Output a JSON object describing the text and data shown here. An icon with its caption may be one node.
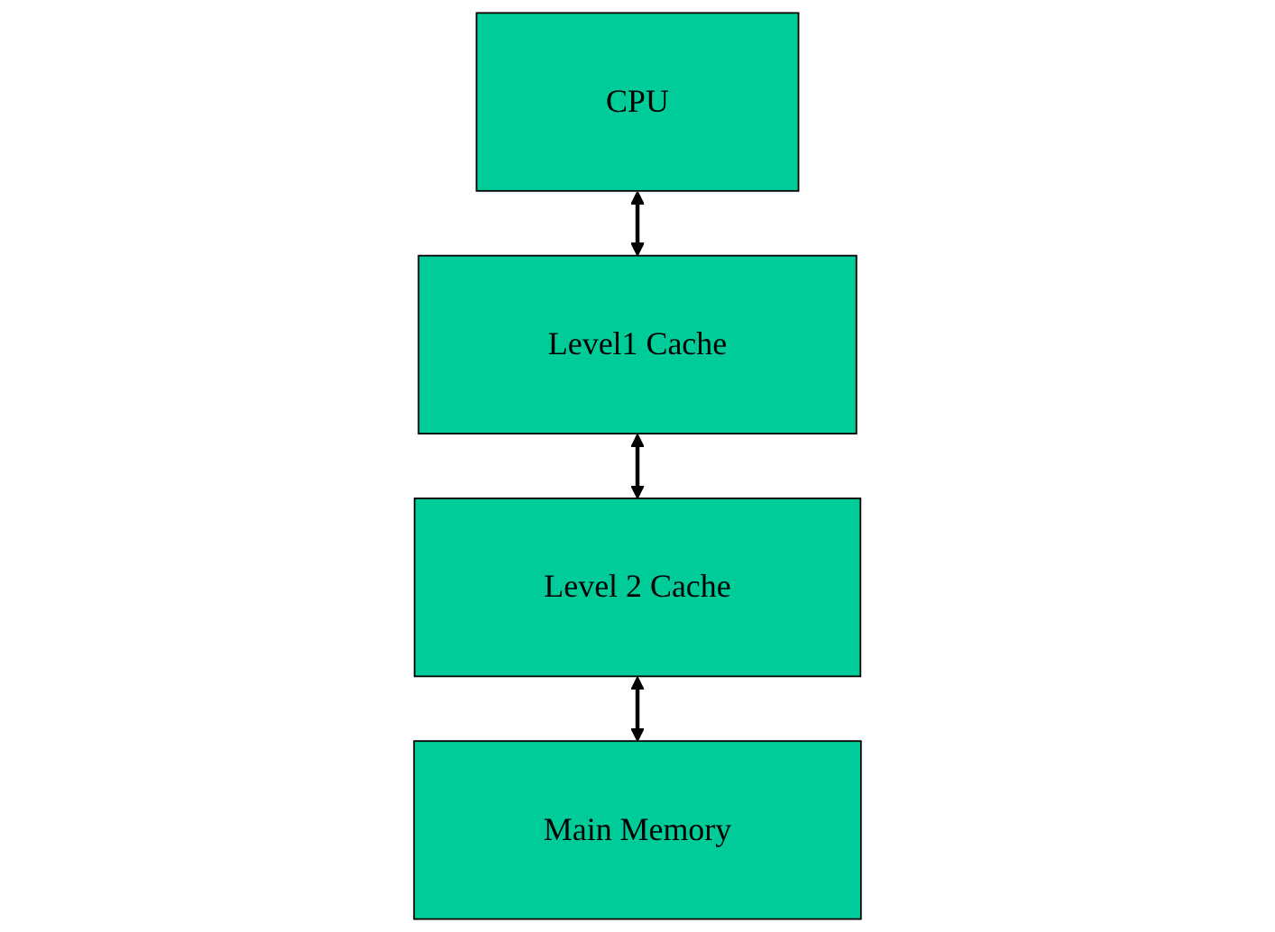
{
  "diagram": {
    "nodes": [
      {
        "text": [
          "CPU"
        ]
      },
      {
        "text": [
          "Level1 Cache"
        ]
      },
      {
        "text": [
          "Level 2 Cache"
        ]
      },
      {
        "text": [
          "Main Memory"
        ]
      }
    ],
    "edges": [
      {
        "from": 0,
        "to": 1,
        "arrow": "both"
      },
      {
        "from": 1,
        "to": 2,
        "arrow": "both"
      },
      {
        "from": 2,
        "to": 3,
        "arrow": "both"
      }
    ]
  }
}
